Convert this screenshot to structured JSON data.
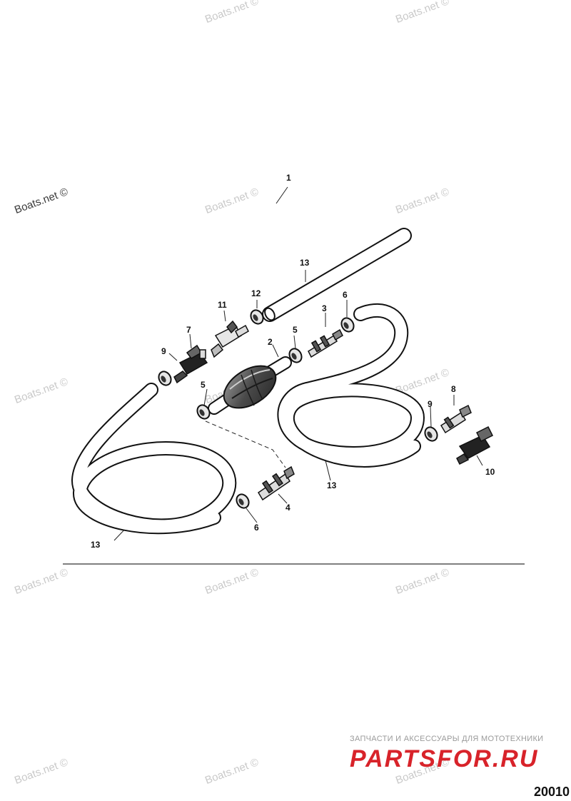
{
  "watermarks": [
    "Boats.net ©"
  ],
  "callouts": [
    "1",
    "2",
    "3",
    "4",
    "5",
    "5",
    "6",
    "6",
    "7",
    "8",
    "9",
    "9",
    "10",
    "11",
    "12",
    "13",
    "13",
    "13"
  ],
  "brand": {
    "tagline": "ЗАПЧАСТИ И АКСЕССУАРЫ ДЛЯ МОТОТЕХНИКИ",
    "logo_text": "PARTSFOR.RU",
    "logo_color": "#d8232a"
  },
  "figure_number": "20010"
}
